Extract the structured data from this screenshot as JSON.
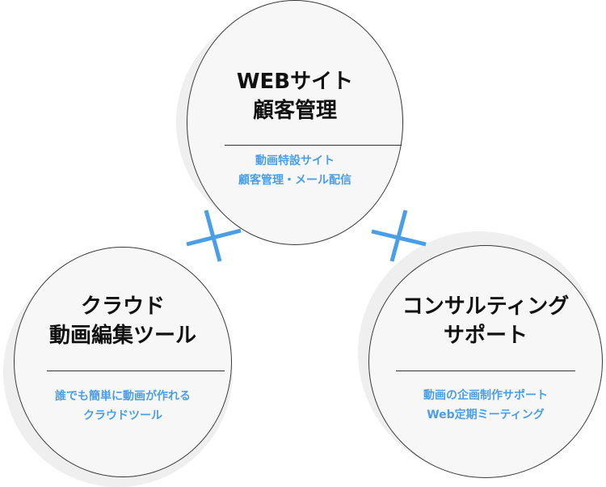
{
  "accent_color": "#4a9ee8",
  "nodes": {
    "web": {
      "title": [
        "WEBサイト",
        "顧客管理"
      ],
      "subtitle": [
        "動画特設サイト",
        "顧客管理・メール配信"
      ]
    },
    "cloud": {
      "title": [
        "クラウド",
        "動画編集ツール"
      ],
      "subtitle": [
        "誰でも簡単に動画が作れる",
        "クラウドツール"
      ]
    },
    "consulting": {
      "title": [
        "コンサルティング",
        "サポート"
      ],
      "subtitle": [
        "動画の企画制作サポート",
        "Web定期ミーティング"
      ]
    }
  }
}
